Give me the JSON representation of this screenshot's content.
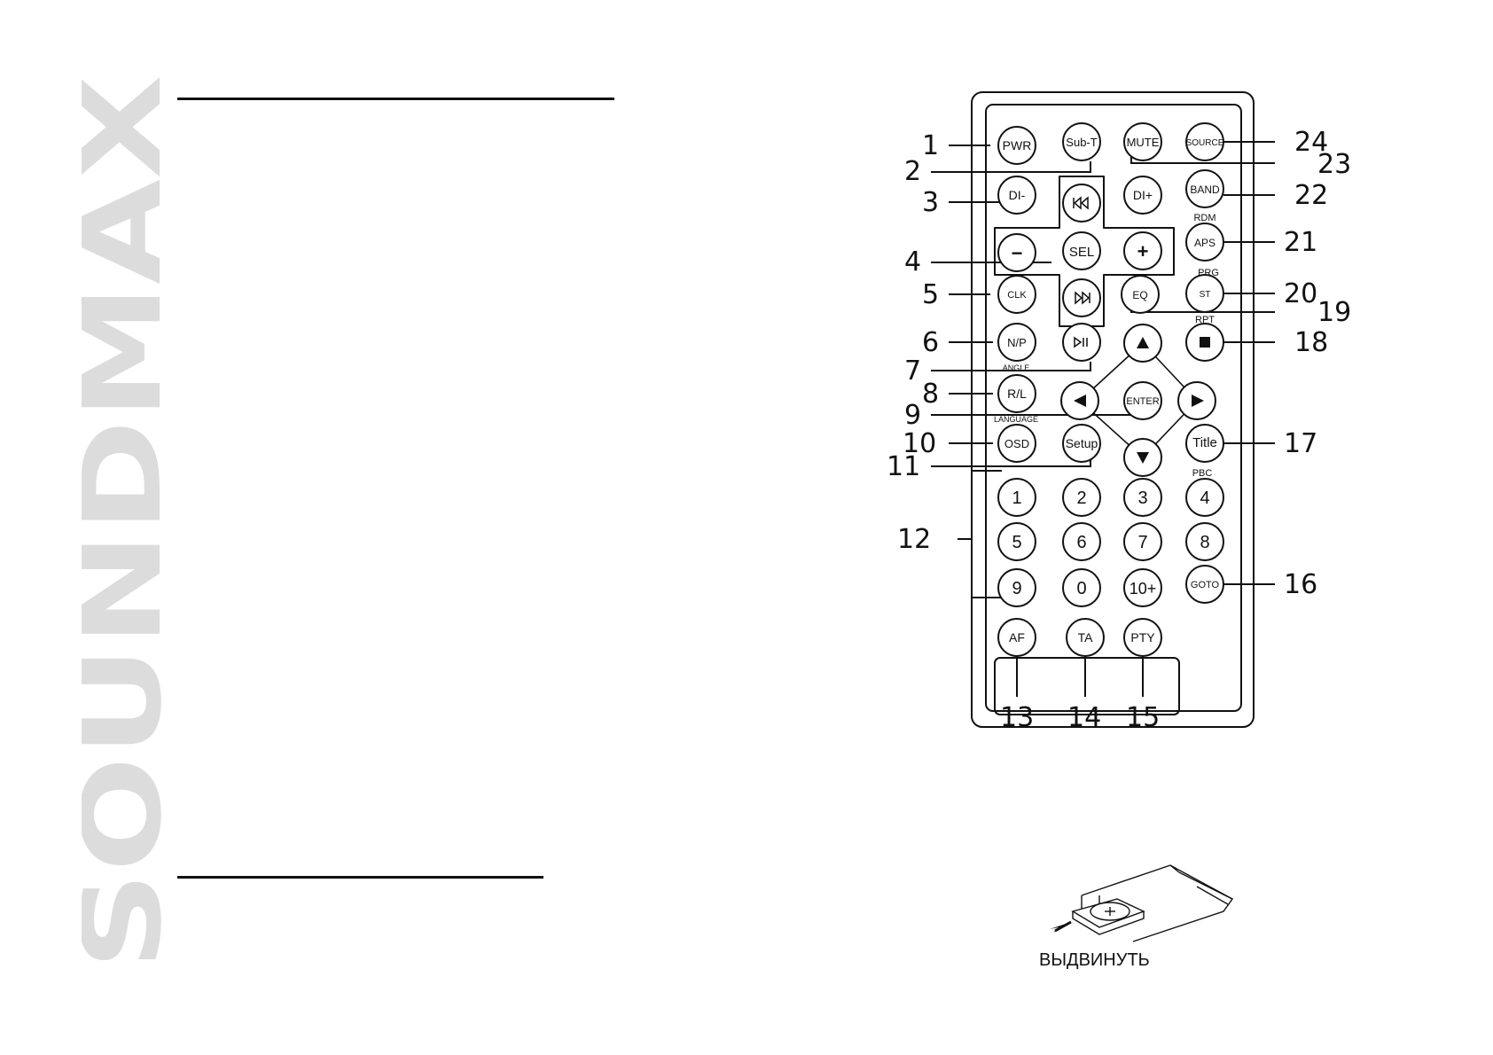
{
  "brand": {
    "name": "SOUNDMAX",
    "color": "#dcdcdc"
  },
  "remote": {
    "callouts": [
      "1",
      "2",
      "3",
      "4",
      "5",
      "6",
      "7",
      "8",
      "9",
      "10",
      "11",
      "12",
      "13",
      "14",
      "15",
      "16",
      "17",
      "18",
      "19",
      "20",
      "21",
      "22",
      "23",
      "24"
    ],
    "buttons": {
      "pwr": "PWR",
      "subt": "Sub-T",
      "mute": "MUTE",
      "source": "SOURCE",
      "di_minus": "DI-",
      "di_plus": "DI+",
      "band": "BAND",
      "minus": "−",
      "sel": "SEL",
      "plus": "+",
      "aps": "APS",
      "clk": "CLK",
      "eq": "EQ",
      "st": "ST",
      "np": "N/P",
      "enter": "ENTER",
      "rl": "R/L",
      "osd": "OSD",
      "setup": "Setup",
      "title": "Title",
      "d1": "1",
      "d2": "2",
      "d3": "3",
      "d4": "4",
      "d5": "5",
      "d6": "6",
      "d7": "7",
      "d8": "8",
      "d9": "9",
      "d0": "0",
      "d10": "10+",
      "goto": "GOTO",
      "af": "AF",
      "ta": "TA",
      "pty": "PTY"
    },
    "sublabels": {
      "rdm": "RDM",
      "prg": "PRG",
      "rpt": "RPT",
      "angle": "ANGLE",
      "language": "LANGUAGE",
      "pbc": "PBC"
    }
  },
  "battery_caption": "ВЫДВИНУТЬ"
}
